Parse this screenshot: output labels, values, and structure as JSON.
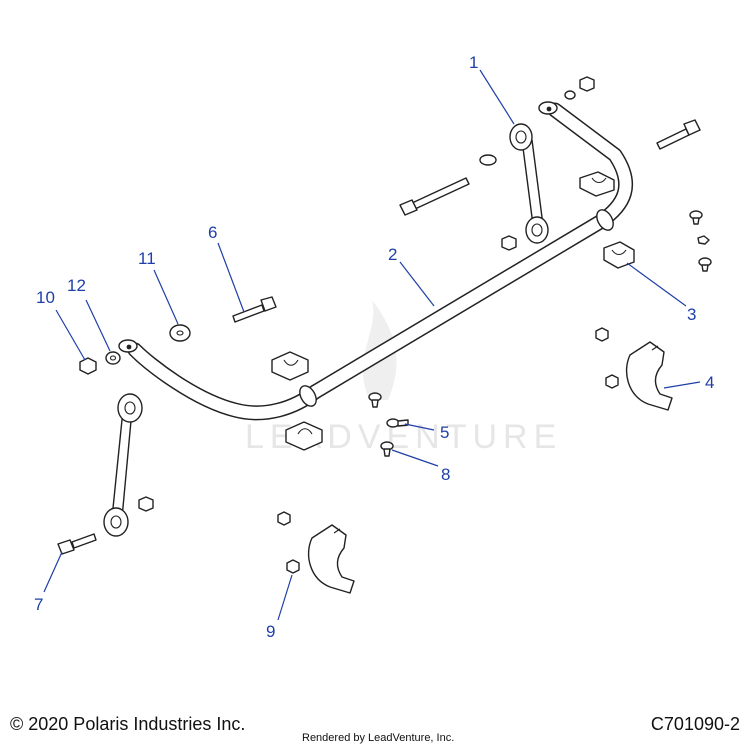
{
  "callouts": [
    "1",
    "2",
    "3",
    "4",
    "5",
    "6",
    "7",
    "8",
    "9",
    "10",
    "11",
    "12"
  ],
  "watermark": "LEADVENTURE",
  "footer": {
    "copyright": "© 2020 Polaris Industries Inc.",
    "rendered_by": "Rendered by LeadVenture, Inc.",
    "diagram_code": "C701090-2"
  },
  "colors": {
    "callout": "#1f3fa8",
    "line_art": "#222222",
    "watermark": "#e6e6e6"
  }
}
